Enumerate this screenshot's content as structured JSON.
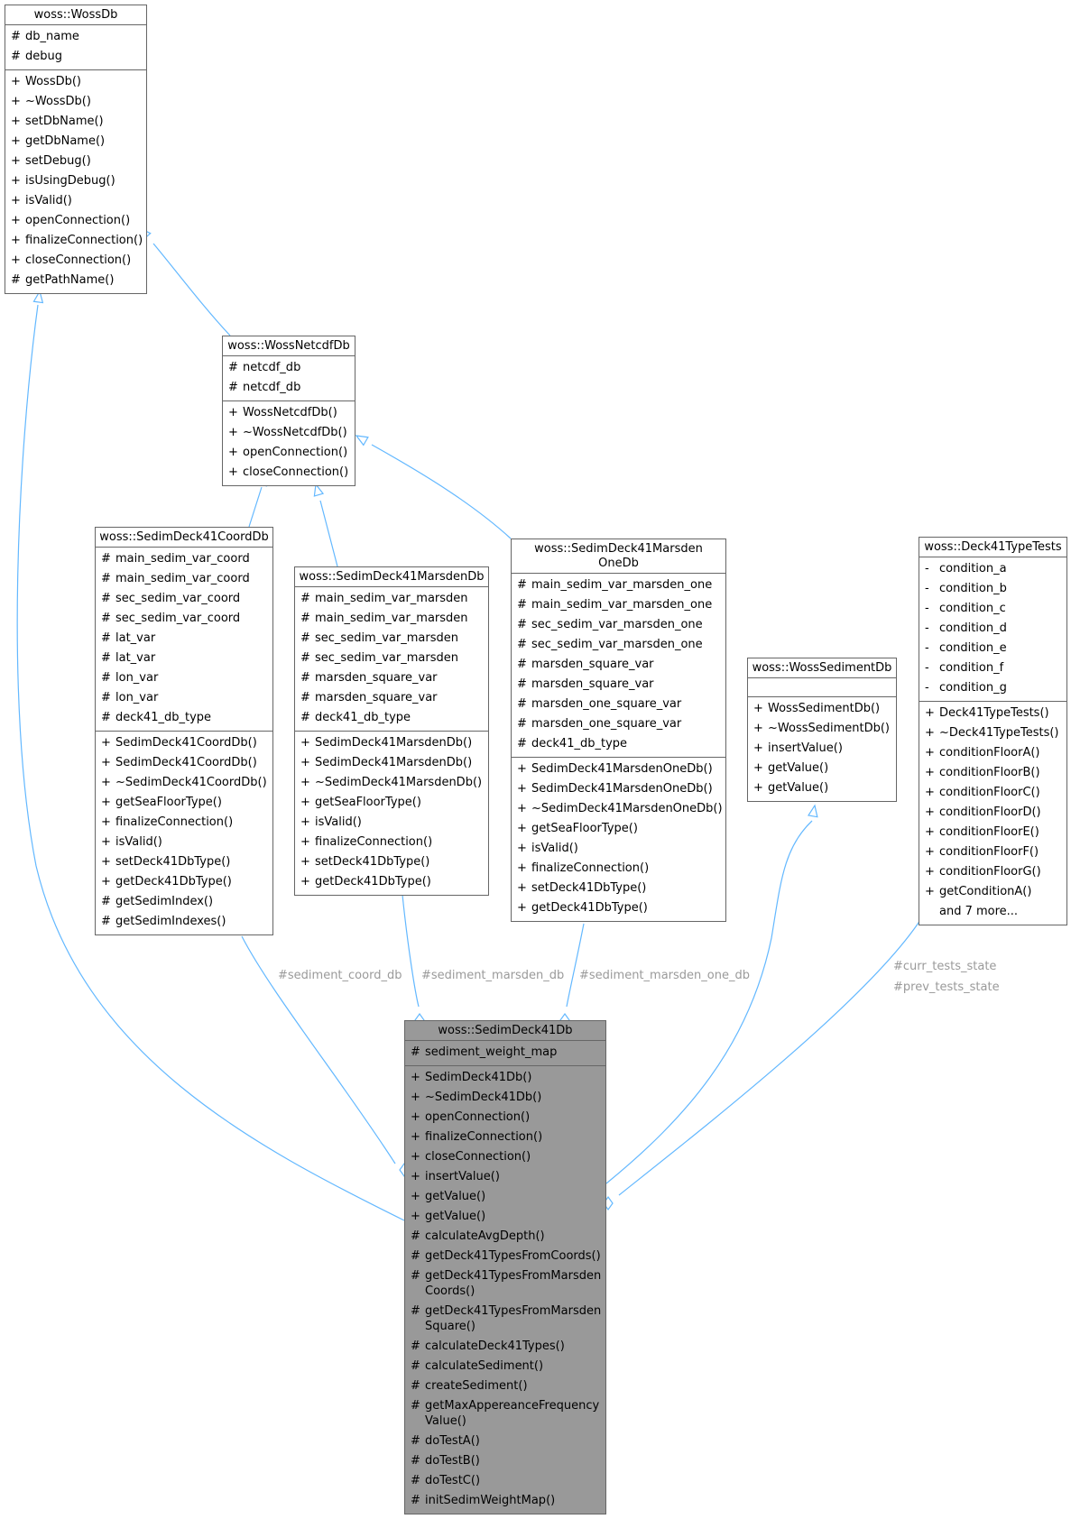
{
  "classes": {
    "wossdb": {
      "title": "woss::WossDb",
      "attributes": [
        {
          "vis": "#",
          "name": "db_name"
        },
        {
          "vis": "#",
          "name": "debug"
        }
      ],
      "methods": [
        {
          "vis": "+",
          "name": "WossDb()"
        },
        {
          "vis": "+",
          "name": "~WossDb()"
        },
        {
          "vis": "+",
          "name": "setDbName()"
        },
        {
          "vis": "+",
          "name": "getDbName()"
        },
        {
          "vis": "+",
          "name": "setDebug()"
        },
        {
          "vis": "+",
          "name": "isUsingDebug()"
        },
        {
          "vis": "+",
          "name": "isValid()"
        },
        {
          "vis": "+",
          "name": "openConnection()"
        },
        {
          "vis": "+",
          "name": "finalizeConnection()"
        },
        {
          "vis": "+",
          "name": "closeConnection()"
        },
        {
          "vis": "#",
          "name": "getPathName()"
        }
      ]
    },
    "netcdf": {
      "title": "woss::WossNetcdfDb",
      "attributes": [
        {
          "vis": "#",
          "name": "netcdf_db"
        },
        {
          "vis": "#",
          "name": "netcdf_db"
        }
      ],
      "methods": [
        {
          "vis": "+",
          "name": "WossNetcdfDb()"
        },
        {
          "vis": "+",
          "name": "~WossNetcdfDb()"
        },
        {
          "vis": "+",
          "name": "openConnection()"
        },
        {
          "vis": "+",
          "name": "closeConnection()"
        }
      ]
    },
    "coord": {
      "title": "woss::SedimDeck41CoordDb",
      "attributes": [
        {
          "vis": "#",
          "name": "main_sedim_var_coord"
        },
        {
          "vis": "#",
          "name": "main_sedim_var_coord"
        },
        {
          "vis": "#",
          "name": "sec_sedim_var_coord"
        },
        {
          "vis": "#",
          "name": "sec_sedim_var_coord"
        },
        {
          "vis": "#",
          "name": "lat_var"
        },
        {
          "vis": "#",
          "name": "lat_var"
        },
        {
          "vis": "#",
          "name": "lon_var"
        },
        {
          "vis": "#",
          "name": "lon_var"
        },
        {
          "vis": "#",
          "name": "deck41_db_type"
        }
      ],
      "methods": [
        {
          "vis": "+",
          "name": "SedimDeck41CoordDb()"
        },
        {
          "vis": "+",
          "name": "SedimDeck41CoordDb()"
        },
        {
          "vis": "+",
          "name": "~SedimDeck41CoordDb()"
        },
        {
          "vis": "+",
          "name": "getSeaFloorType()"
        },
        {
          "vis": "+",
          "name": "finalizeConnection()"
        },
        {
          "vis": "+",
          "name": "isValid()"
        },
        {
          "vis": "+",
          "name": "setDeck41DbType()"
        },
        {
          "vis": "+",
          "name": "getDeck41DbType()"
        },
        {
          "vis": "#",
          "name": "getSedimIndex()"
        },
        {
          "vis": "#",
          "name": "getSedimIndexes()"
        }
      ]
    },
    "marsden": {
      "title": "woss::SedimDeck41MarsdenDb",
      "attributes": [
        {
          "vis": "#",
          "name": "main_sedim_var_marsden"
        },
        {
          "vis": "#",
          "name": "main_sedim_var_marsden"
        },
        {
          "vis": "#",
          "name": "sec_sedim_var_marsden"
        },
        {
          "vis": "#",
          "name": "sec_sedim_var_marsden"
        },
        {
          "vis": "#",
          "name": "marsden_square_var"
        },
        {
          "vis": "#",
          "name": "marsden_square_var"
        },
        {
          "vis": "#",
          "name": "deck41_db_type"
        }
      ],
      "methods": [
        {
          "vis": "+",
          "name": "SedimDeck41MarsdenDb()"
        },
        {
          "vis": "+",
          "name": "SedimDeck41MarsdenDb()"
        },
        {
          "vis": "+",
          "name": "~SedimDeck41MarsdenDb()"
        },
        {
          "vis": "+",
          "name": "getSeaFloorType()"
        },
        {
          "vis": "+",
          "name": "isValid()"
        },
        {
          "vis": "+",
          "name": "finalizeConnection()"
        },
        {
          "vis": "+",
          "name": "setDeck41DbType()"
        },
        {
          "vis": "+",
          "name": "getDeck41DbType()"
        }
      ]
    },
    "marsdenone": {
      "title": "woss::SedimDeck41Marsden\nOneDb",
      "attributes": [
        {
          "vis": "#",
          "name": "main_sedim_var_marsden_one"
        },
        {
          "vis": "#",
          "name": "main_sedim_var_marsden_one"
        },
        {
          "vis": "#",
          "name": "sec_sedim_var_marsden_one"
        },
        {
          "vis": "#",
          "name": "sec_sedim_var_marsden_one"
        },
        {
          "vis": "#",
          "name": "marsden_square_var"
        },
        {
          "vis": "#",
          "name": "marsden_square_var"
        },
        {
          "vis": "#",
          "name": "marsden_one_square_var"
        },
        {
          "vis": "#",
          "name": "marsden_one_square_var"
        },
        {
          "vis": "#",
          "name": "deck41_db_type"
        }
      ],
      "methods": [
        {
          "vis": "+",
          "name": "SedimDeck41MarsdenOneDb()"
        },
        {
          "vis": "+",
          "name": "SedimDeck41MarsdenOneDb()"
        },
        {
          "vis": "+",
          "name": "~SedimDeck41MarsdenOneDb()"
        },
        {
          "vis": "+",
          "name": "getSeaFloorType()"
        },
        {
          "vis": "+",
          "name": "isValid()"
        },
        {
          "vis": "+",
          "name": "finalizeConnection()"
        },
        {
          "vis": "+",
          "name": "setDeck41DbType()"
        },
        {
          "vis": "+",
          "name": "getDeck41DbType()"
        }
      ]
    },
    "sediment": {
      "title": "woss::WossSedimentDb",
      "attributes": [],
      "methods": [
        {
          "vis": "+",
          "name": "WossSedimentDb()"
        },
        {
          "vis": "+",
          "name": "~WossSedimentDb()"
        },
        {
          "vis": "+",
          "name": "insertValue()"
        },
        {
          "vis": "+",
          "name": "getValue()"
        },
        {
          "vis": "+",
          "name": "getValue()"
        }
      ]
    },
    "typetests": {
      "title": "woss::Deck41TypeTests",
      "attributes": [
        {
          "vis": "-",
          "name": "condition_a"
        },
        {
          "vis": "-",
          "name": "condition_b"
        },
        {
          "vis": "-",
          "name": "condition_c"
        },
        {
          "vis": "-",
          "name": "condition_d"
        },
        {
          "vis": "-",
          "name": "condition_e"
        },
        {
          "vis": "-",
          "name": "condition_f"
        },
        {
          "vis": "-",
          "name": "condition_g"
        }
      ],
      "methods": [
        {
          "vis": "+",
          "name": "Deck41TypeTests()"
        },
        {
          "vis": "+",
          "name": "~Deck41TypeTests()"
        },
        {
          "vis": "+",
          "name": "conditionFloorA()"
        },
        {
          "vis": "+",
          "name": "conditionFloorB()"
        },
        {
          "vis": "+",
          "name": "conditionFloorC()"
        },
        {
          "vis": "+",
          "name": "conditionFloorD()"
        },
        {
          "vis": "+",
          "name": "conditionFloorE()"
        },
        {
          "vis": "+",
          "name": "conditionFloorF()"
        },
        {
          "vis": "+",
          "name": "conditionFloorG()"
        },
        {
          "vis": "+",
          "name": "getConditionA()"
        }
      ],
      "more": "and 7 more..."
    },
    "main": {
      "title": "woss::SedimDeck41Db",
      "attributes": [
        {
          "vis": "#",
          "name": "sediment_weight_map"
        }
      ],
      "methods": [
        {
          "vis": "+",
          "name": "SedimDeck41Db()"
        },
        {
          "vis": "+",
          "name": "~SedimDeck41Db()"
        },
        {
          "vis": "+",
          "name": "openConnection()"
        },
        {
          "vis": "+",
          "name": "finalizeConnection()"
        },
        {
          "vis": "+",
          "name": "closeConnection()"
        },
        {
          "vis": "+",
          "name": "insertValue()"
        },
        {
          "vis": "+",
          "name": "getValue()"
        },
        {
          "vis": "+",
          "name": "getValue()"
        },
        {
          "vis": "#",
          "name": "calculateAvgDepth()"
        },
        {
          "vis": "#",
          "name": "getDeck41TypesFromCoords()"
        },
        {
          "vis": "#",
          "name": "getDeck41TypesFromMarsden\nCoords()"
        },
        {
          "vis": "#",
          "name": "getDeck41TypesFromMarsden\nSquare()"
        },
        {
          "vis": "#",
          "name": "calculateDeck41Types()"
        },
        {
          "vis": "#",
          "name": "calculateSediment()"
        },
        {
          "vis": "#",
          "name": "createSediment()"
        },
        {
          "vis": "#",
          "name": "getMaxAppereanceFrequency\nValue()"
        },
        {
          "vis": "#",
          "name": "doTestA()"
        },
        {
          "vis": "#",
          "name": "doTestB()"
        },
        {
          "vis": "#",
          "name": "doTestC()"
        },
        {
          "vis": "#",
          "name": "initSedimWeightMap()"
        }
      ]
    }
  },
  "edge_labels": {
    "coord": "#sediment_coord_db",
    "marsden": "#sediment_marsden_db",
    "marsdenone": "#sediment_marsden_one_db",
    "tests_curr": "#curr_tests_state",
    "tests_prev": "#prev_tests_state"
  },
  "colors": {
    "edge": "#63b8ff",
    "box_border": "#666666",
    "main_fill": "#999999",
    "edge_label": "#9a9a9a"
  }
}
